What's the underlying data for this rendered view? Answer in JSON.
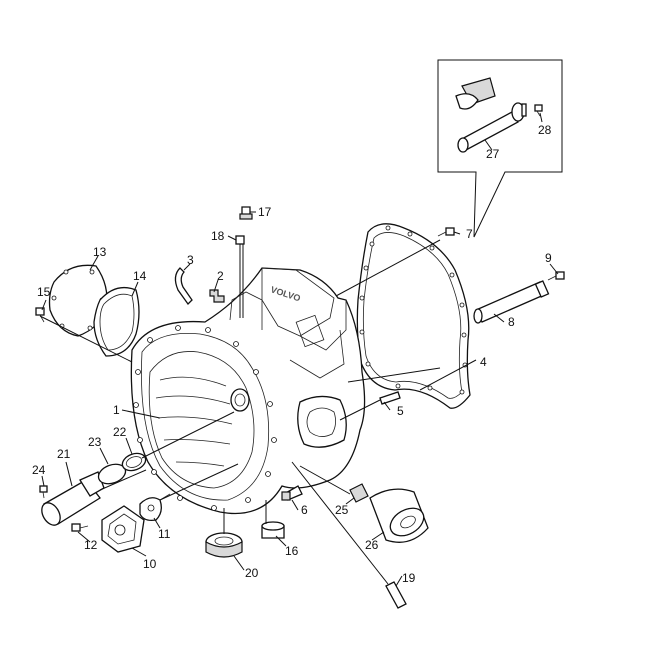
{
  "diagram": {
    "type": "exploded-parts-diagram",
    "callouts": [
      "1",
      "2",
      "3",
      "4",
      "5",
      "6",
      "7",
      "8",
      "9",
      "10",
      "11",
      "12",
      "13",
      "14",
      "15",
      "16",
      "17",
      "18",
      "19",
      "20",
      "21",
      "22",
      "23",
      "24",
      "25",
      "26",
      "27",
      "28"
    ],
    "housing_embossed_text": "VOLVO"
  }
}
